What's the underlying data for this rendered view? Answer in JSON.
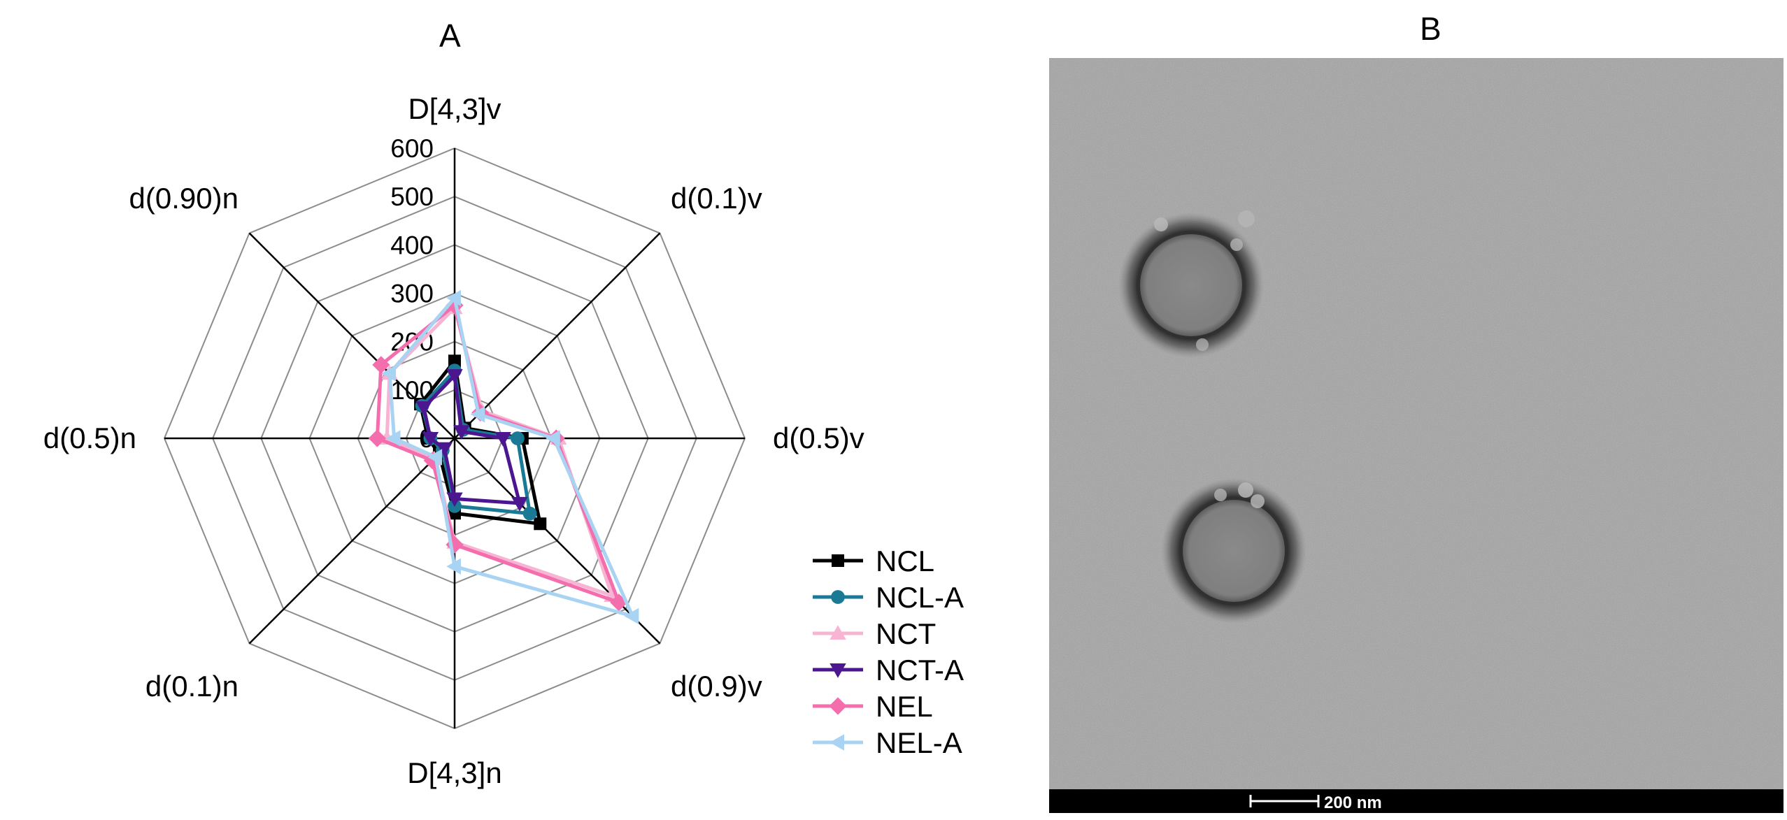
{
  "panels": {
    "a_label": "A",
    "b_label": "B"
  },
  "chart_data": {
    "type": "radar",
    "axes": [
      "D[4,3]v",
      "d(0.1)v",
      "d(0.5)v",
      "d(0.9)v",
      "D[4,3]n",
      "d(0.1)n",
      "d(0.5)n",
      "d(0.90)n"
    ],
    "rlim": [
      0,
      600
    ],
    "rticks": [
      "0",
      "100",
      "200",
      "300",
      "400",
      "500",
      "600"
    ],
    "grid": true,
    "legend": "right",
    "series": [
      {
        "name": "NCL",
        "color": "#000000",
        "marker": "square",
        "values": [
          160,
          30,
          140,
          250,
          155,
          45,
          55,
          100
        ]
      },
      {
        "name": "NCL-A",
        "color": "#1a7a96",
        "marker": "circle",
        "values": [
          140,
          25,
          130,
          220,
          140,
          35,
          50,
          95
        ]
      },
      {
        "name": "NCT",
        "color": "#f7b4d3",
        "marker": "triangle-up",
        "values": [
          270,
          80,
          215,
          460,
          215,
          60,
          140,
          190
        ]
      },
      {
        "name": "NCT-A",
        "color": "#4b1690",
        "marker": "triangle-down",
        "values": [
          130,
          20,
          100,
          190,
          125,
          30,
          50,
          90
        ]
      },
      {
        "name": "NEL",
        "color": "#f46eae",
        "marker": "diamond",
        "values": [
          275,
          75,
          210,
          480,
          220,
          65,
          160,
          215
        ]
      },
      {
        "name": "NEL-A",
        "color": "#a9d3f2",
        "marker": "triangle-left",
        "values": [
          290,
          70,
          205,
          520,
          265,
          55,
          125,
          190
        ]
      }
    ]
  },
  "micrograph": {
    "scale_bar_label": "200 nm",
    "background_color": "#a3a3a3",
    "particle_count": 2
  }
}
